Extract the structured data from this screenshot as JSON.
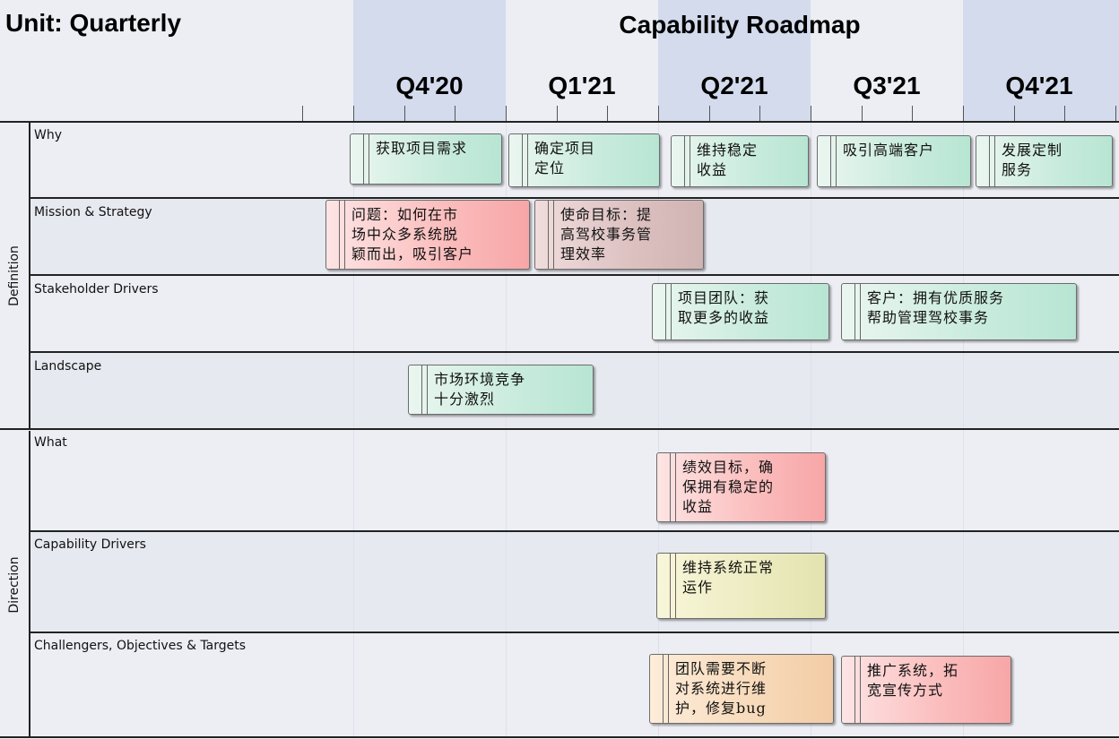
{
  "header": {
    "unit_title": "Unit: Quarterly",
    "roadmap_title": "Capability Roadmap",
    "quarters": [
      "Q4'20",
      "Q1'21",
      "Q2'21",
      "Q3'21",
      "Q4'21"
    ]
  },
  "groups": [
    {
      "label": "Definition"
    },
    {
      "label": "Direction"
    }
  ],
  "lanes": [
    {
      "label": "Why"
    },
    {
      "label": "Mission & Strategy"
    },
    {
      "label": "Stakeholder Drivers"
    },
    {
      "label": "Landscape"
    },
    {
      "label": "What"
    },
    {
      "label": "Capability Drivers"
    },
    {
      "label": "Challengers, Objectives & Targets"
    }
  ],
  "cards": [
    {
      "lines": [
        "获取项目需求"
      ]
    },
    {
      "lines": [
        "确定项目",
        "定位"
      ]
    },
    {
      "lines": [
        "维持稳定",
        "收益"
      ]
    },
    {
      "lines": [
        "吸引高端客户"
      ]
    },
    {
      "lines": [
        "发展定制",
        "服务"
      ]
    },
    {
      "lines": [
        "问题：如何在市",
        "场中众多系统脱",
        "颖而出，吸引客户"
      ]
    },
    {
      "lines": [
        "使命目标：提",
        "高驾校事务管",
        "理效率"
      ]
    },
    {
      "lines": [
        "项目团队：获",
        "取更多的收益"
      ]
    },
    {
      "lines": [
        "客户：拥有优质服务",
        "帮助管理驾校事务"
      ]
    },
    {
      "lines": [
        "市场环境竞争",
        "十分激烈"
      ]
    },
    {
      "lines": [
        "绩效目标，确",
        "保拥有稳定的",
        "收益"
      ]
    },
    {
      "lines": [
        "维持系统正常",
        "运作"
      ]
    },
    {
      "lines": [
        "团队需要不断",
        "对系统进行维",
        "护，修复bug"
      ]
    },
    {
      "lines": [
        "推广系统，拓",
        "宽宣传方式"
      ]
    }
  ],
  "colors": {
    "header_shade": "#d3dbed",
    "background": "#eceef4",
    "green_card": "#c8ebdd",
    "red_card": "#fbbcbc",
    "mauve_card": "#dcc0c0",
    "yellow_card": "#ecebc0",
    "orange_card": "#f7d9b9"
  }
}
